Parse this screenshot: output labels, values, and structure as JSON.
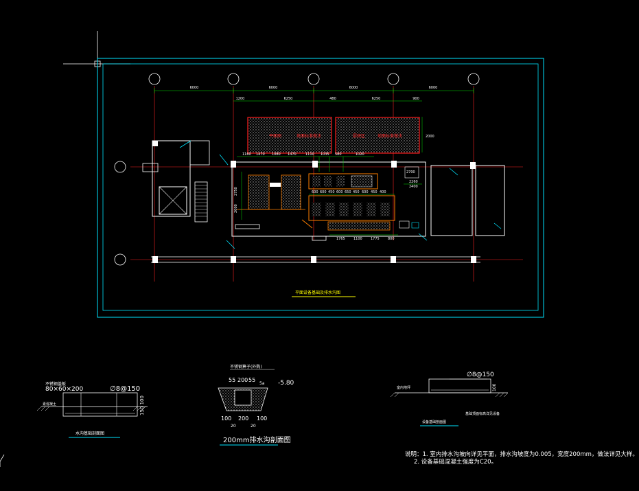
{
  "grid_labels": {
    "top_dims": [
      "6000",
      "6000",
      "6000",
      "6000"
    ]
  },
  "plan": {
    "title": "平面设备基础及排水沟图",
    "dims_top_row": [
      "1200",
      "6250",
      "480",
      "6250",
      "900"
    ],
    "dim_right_vertical": "2000",
    "room_labels": [
      "平面图",
      "地面标准做法",
      "厨房区",
      "地面标准做法"
    ],
    "row_dims_upper": [
      "1160",
      "1470",
      "1080",
      "1470",
      "1110",
      "1035",
      "580",
      "1020"
    ],
    "row_dims_mid": [
      "600",
      "600",
      "450",
      "600",
      "650",
      "450",
      "600",
      "450",
      "400"
    ],
    "row_dims_lower": [
      "1765",
      "1100",
      "1775",
      "800"
    ],
    "side_dims": [
      "2700",
      "2260",
      "2400"
    ],
    "left_vertical_dims": [
      "2750",
      "2000"
    ]
  },
  "detail1": {
    "labels": [
      "不锈钢盖板",
      "80×60×200",
      "∅8@150",
      "素混凝土"
    ],
    "dim": "150 100",
    "title": "水沟基础剖面图"
  },
  "detail2": {
    "top_label": "不锈钢箅子(外购)",
    "dims_top": [
      "55",
      "200",
      "55",
      "5a"
    ],
    "level": "-5.80",
    "dims_bottom": [
      "100",
      "200",
      "100"
    ],
    "dims_bottom2": [
      "20",
      "20"
    ],
    "title": "200mm排水沟剖面图"
  },
  "detail3": {
    "rebar": "∅8@150",
    "left_label": "室内地坪",
    "right_label": "基础顶面标高详见设备",
    "dim": "100",
    "title": "设备基础剖面图"
  },
  "notes": {
    "line1": "说明：1. 室内排水沟坡向详见平面，排水沟坡度为0.005，宽度200mm，做法详见大样。",
    "line2": "2. 设备基础混凝土强度为C20。"
  },
  "colors": {
    "background": "#000000",
    "border": "#00e5ff",
    "grid": "#ff2020",
    "walls": "#ffffff",
    "title_underline": "#ffff00"
  }
}
